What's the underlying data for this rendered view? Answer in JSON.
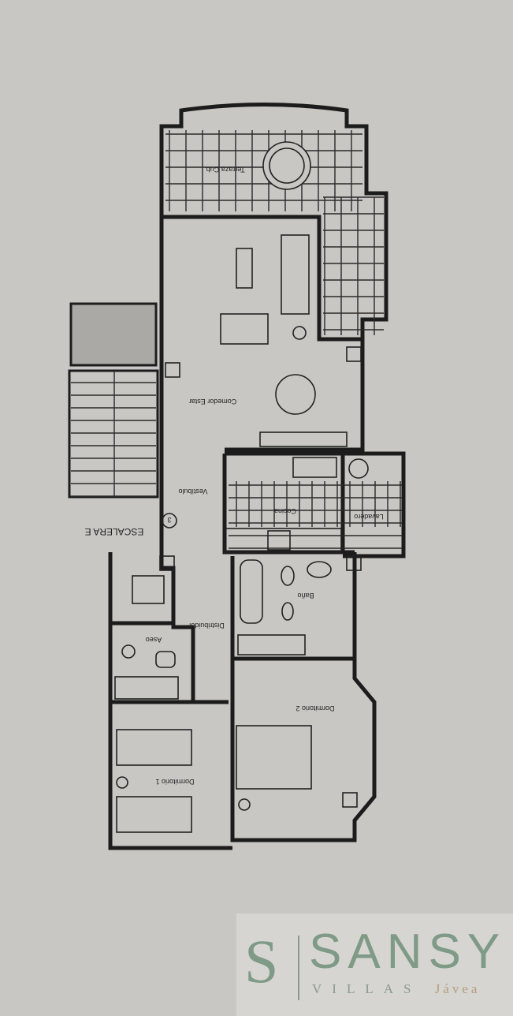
{
  "plan": {
    "rooms": {
      "terrace": "Terraza Cub.",
      "living": "Comedor Estar",
      "hall": "Vestíbulo",
      "kitchen": "Cocina",
      "laundry": "Lavadero",
      "stairs": "ESCALERA E",
      "stairs_number": "3",
      "bathroom": "Baño",
      "distributor": "Distribuidor",
      "toilet": "Aseo",
      "bedroom2": "Dormitorio 2",
      "bedroom1": "Dormitorio 1"
    }
  },
  "logo": {
    "monogram": "S",
    "name": "SANSY",
    "sub": "VILLAS",
    "place": "Jávea"
  },
  "colors": {
    "paper": "#c8c7c4",
    "ink": "#1c1c1c",
    "brand": "#7f9a86"
  }
}
